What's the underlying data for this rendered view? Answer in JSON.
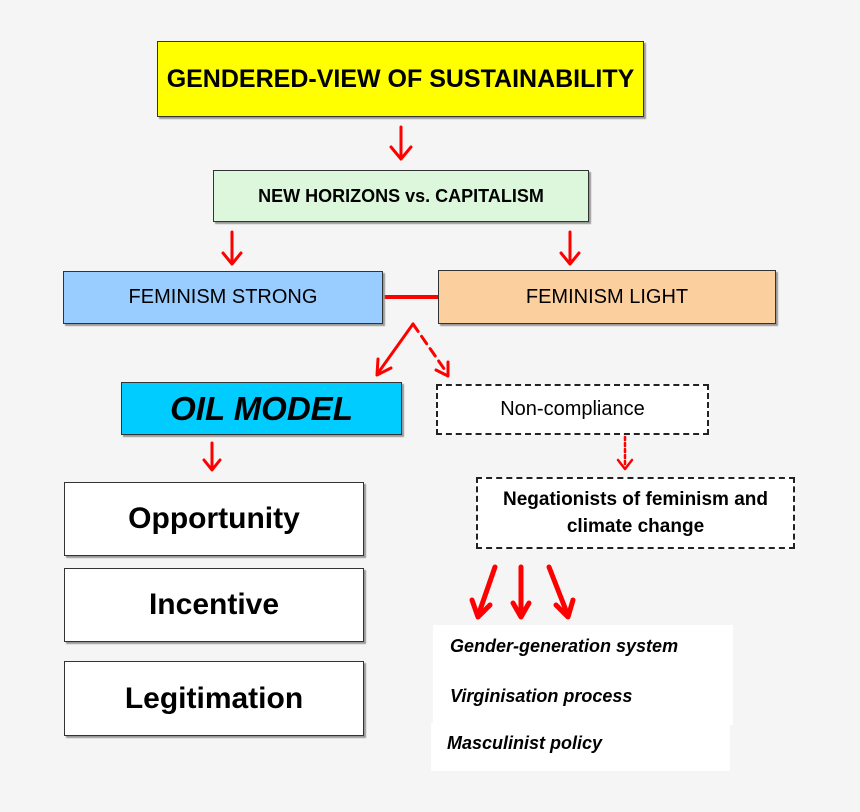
{
  "diagram": {
    "title": "GENDERED-VIEW OF SUSTAINABILITY",
    "new_horizons": "NEW HORIZONS vs. CAPITALISM",
    "feminism_strong": "FEMINISM STRONG",
    "feminism_light": "FEMINISM LIGHT",
    "oil_model": "OIL MODEL",
    "non_compliance": "Non-compliance",
    "negationists": "Negationists of feminism and climate change",
    "oil_items": [
      "Opportunity",
      "Incentive",
      "Legitimation"
    ],
    "outcomes": [
      "Gender-generation system",
      "Virginisation process",
      "Masculinist policy"
    ]
  },
  "colors": {
    "title_fill": "#ffff00",
    "new_horizons_fill": "#dcf7dc",
    "feminism_strong_fill": "#99ccff",
    "feminism_light_fill": "#fbcf9e",
    "oil_model_fill": "#00ccff",
    "arrow": "#ff0000"
  }
}
